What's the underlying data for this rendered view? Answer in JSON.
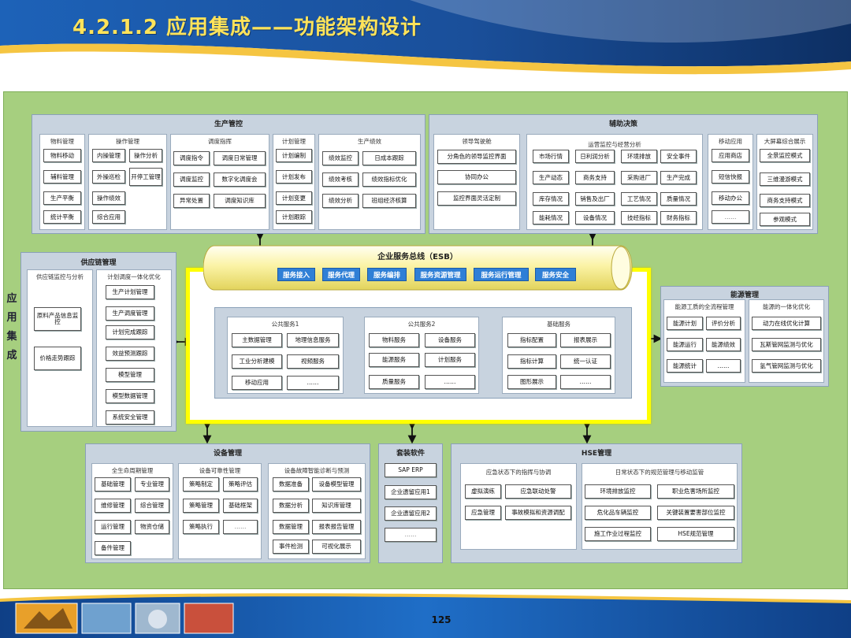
{
  "title": "4.2.1.2 应用集成——功能架构设计",
  "page_number": "125",
  "side_label": [
    "应",
    "用",
    "集",
    "成"
  ],
  "colors": {
    "canvas": "#a6cf7f",
    "panel": "#c8d3df",
    "highlight": "#ffff00",
    "esb_pill": "#2f7fd6"
  },
  "production": {
    "title": "生产管控",
    "subs": [
      {
        "title": "物料管理",
        "items": [
          "物料移动",
          "辅料管理",
          "生产平衡",
          "统计平衡"
        ]
      },
      {
        "title": "操作管理",
        "items": [
          "内操管理",
          "操作分析",
          "外操巡检",
          "开停工管理",
          "操作绩效",
          "综合应用"
        ]
      },
      {
        "title": "调度指挥",
        "items": [
          "调度指令",
          "调度日常管理",
          "调度监控",
          "数字化调度会",
          "异常处置",
          "调度知识库"
        ]
      },
      {
        "title": "计划管理",
        "items": [
          "计划编制",
          "计划发布",
          "计划变更",
          "计划跟踪"
        ]
      },
      {
        "title": "生产绩效",
        "items": [
          "绩效监控",
          "日成本跟踪",
          "绩效考核",
          "绩效指标优化",
          "绩效分析",
          "班组经济核算"
        ]
      }
    ]
  },
  "decision": {
    "title": "辅助决策",
    "subs": [
      {
        "title": "领导驾驶舱",
        "items": [
          "分角色的领导监控界面",
          "协同办公",
          "监控界面灵活定制"
        ]
      },
      {
        "title": "运营监控与经营分析",
        "items": [
          "市场行情",
          "日利润分析",
          "环境排放",
          "安全事件",
          "生产动态",
          "商务支持",
          "采购进厂",
          "生产完成",
          "库存情况",
          "销售及出厂",
          "工艺情况",
          "质量情况",
          "能耗情况",
          "设备情况",
          "技经指标",
          "财务指标"
        ]
      },
      {
        "title": "移动应用",
        "items": [
          "应用商店",
          "短信快报",
          "移动办公",
          "……"
        ]
      },
      {
        "title": "大屏幕综合展示",
        "items": [
          "全景监控模式",
          "三维漫游模式",
          "商务支持模式",
          "参观模式"
        ]
      }
    ]
  },
  "supply": {
    "title": "供应链管理",
    "subs": [
      {
        "title": "供应链监控与分析",
        "items": [
          "原料产品信息监控",
          "价格走势跟踪"
        ]
      },
      {
        "title": "计划调度一体化优化",
        "items": [
          "生产计划管理",
          "生产调度管理",
          "计划完成跟踪",
          "效益预测跟踪",
          "模型管理",
          "模型数据管理",
          "系统安全管理"
        ]
      }
    ]
  },
  "esb": {
    "title": "企业服务总线（ESB）",
    "pills": [
      "服务接入",
      "服务代理",
      "服务编排",
      "服务资源管理",
      "服务运行管理",
      "服务安全"
    ]
  },
  "public": {
    "subs": [
      {
        "title": "公共服务1",
        "items": [
          "主数据管理",
          "地理信息服务",
          "工业分析建模",
          "视频服务",
          "移动应用",
          "……"
        ]
      },
      {
        "title": "公共服务2",
        "items": [
          "物料服务",
          "设备服务",
          "能源服务",
          "计划服务",
          "质量服务",
          "……"
        ]
      },
      {
        "title": "基础服务",
        "items": [
          "指标配置",
          "报表展示",
          "指标计算",
          "统一认证",
          "图形展示",
          "……"
        ]
      }
    ]
  },
  "energy": {
    "title": "能源管理",
    "subs": [
      {
        "title": "能源工质的全流程管理",
        "items": [
          "能源计划",
          "评价分析",
          "能源运行",
          "能源绩效",
          "能源统计",
          "……"
        ]
      },
      {
        "title": "能源的一体化优化",
        "items": [
          "动力在线优化计算",
          "瓦斯管网监测与优化",
          "氢气管网监测与优化"
        ]
      }
    ]
  },
  "equipment": {
    "title": "设备管理",
    "subs": [
      {
        "title": "全生命周期管理",
        "items": [
          "基础管理",
          "专业管理",
          "维修管理",
          "综合管理",
          "运行管理",
          "物资仓储",
          "备件管理"
        ]
      },
      {
        "title": "设备可靠性管理",
        "items": [
          "策略制定",
          "策略评估",
          "策略管理",
          "基础框架",
          "策略执行",
          "……"
        ]
      },
      {
        "title": "设备故障智能诊断与预测",
        "items": [
          "数据准备",
          "设备模型管理",
          "数据分析",
          "知识库管理",
          "数据管理",
          "报表报告管理",
          "事件检测",
          "可视化展示"
        ]
      }
    ]
  },
  "packaged": {
    "title": "套装软件",
    "items": [
      "SAP ERP",
      "企业遗留应用1",
      "企业遗留应用2",
      "……"
    ]
  },
  "hse": {
    "title": "HSE管理",
    "subs": [
      {
        "title": "应急状态下的指挥与协调",
        "items": [
          "虚拟演练",
          "应急联动处警",
          "应急管理",
          "事故模拟和资源调配"
        ]
      },
      {
        "title": "日常状态下的规范管理与移动监管",
        "items": [
          "环境排放监控",
          "职业危害场所监控",
          "危化品车辆监控",
          "关键装置要害部位监控",
          "施工作业过程监控",
          "HSE规范管理"
        ]
      }
    ]
  }
}
